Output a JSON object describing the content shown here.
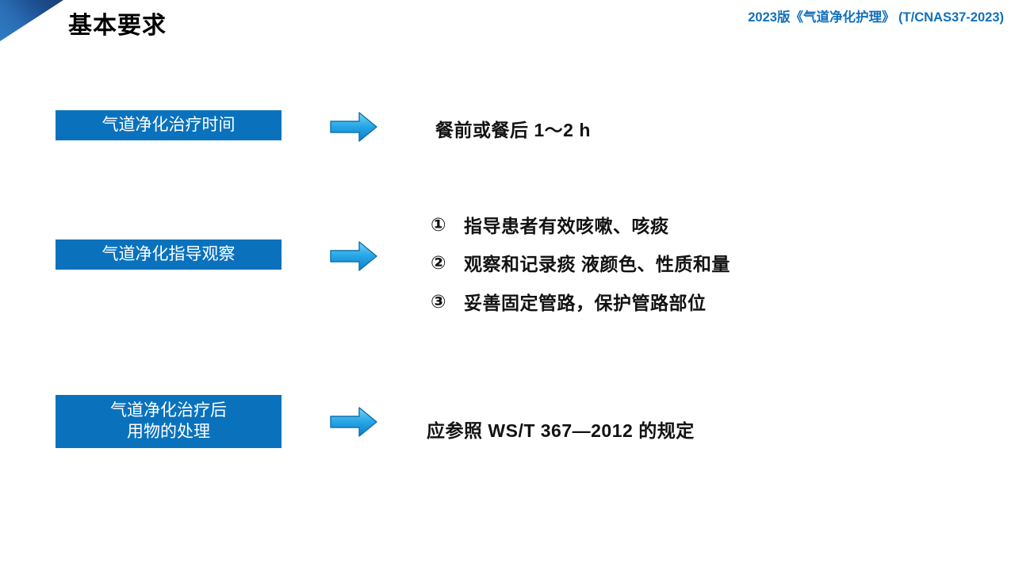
{
  "header": {
    "title": "基本要求",
    "reference": "2023版《气道净化护理》 (T/CNAS37-2023)",
    "accent_color": "#1270bc",
    "corner_color": "#1d4e8f"
  },
  "theme": {
    "label_box_color": "#0a72bd",
    "arrow_color_top": "#5bc5f2",
    "arrow_color_bottom": "#0d87d4",
    "arrow_stroke": "#1170a8",
    "text_color": "#121212"
  },
  "rows": [
    {
      "label_lines": [
        "气道净化治疗时间"
      ],
      "arrow_icon": "right-arrow-icon",
      "content_type": "text",
      "content": "餐前或餐后 1～2 h"
    },
    {
      "label_lines": [
        "气道净化指导观察"
      ],
      "arrow_icon": "right-arrow-icon",
      "content_type": "list",
      "items": [
        {
          "number": "①",
          "text": "指导患者有效咳嗽、咳痰"
        },
        {
          "number": "②",
          "text": "观察和记录痰 液颜色、性质和量"
        },
        {
          "number": "③",
          "text": "妥善固定管路，保护管路部位"
        }
      ]
    },
    {
      "label_lines": [
        "气道净化治疗后",
        "用物的处理"
      ],
      "arrow_icon": "right-arrow-icon",
      "content_type": "text",
      "content": "应参照 WS/T  367—2012 的规定"
    }
  ]
}
